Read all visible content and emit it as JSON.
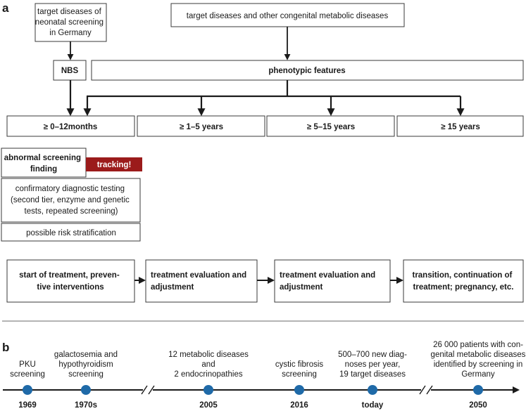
{
  "panel_a": {
    "label": "a",
    "screening_diseases": [
      "target diseases of",
      "neonatal screening",
      "in Germany"
    ],
    "all_diseases": "target diseases and other congenital metabolic diseases",
    "nbs": "NBS",
    "phenotypic": "phenotypic features",
    "ages": [
      "≥ 0–12months",
      "≥ 1–5 years",
      "≥ 5–15 years",
      "≥ 15 years"
    ],
    "abnormal": [
      "abnormal screening",
      "finding"
    ],
    "tracking": "tracking!",
    "confirmatory": [
      "confirmatory diagnostic testing",
      "(second tier, enzyme and genetic",
      "tests, repeated screening)"
    ],
    "risk": "possible risk stratification",
    "flow": [
      [
        "start of treatment, preven-",
        "tive interventions"
      ],
      [
        "treatment evaluation and",
        "adjustment"
      ],
      [
        "treatment evaluation and",
        "adjustment"
      ],
      [
        "transition, continuation of",
        "treatment; pregnancy, etc."
      ]
    ]
  },
  "panel_b": {
    "label": "b",
    "events": [
      {
        "year": "1969",
        "text": [
          "PKU",
          "screening"
        ]
      },
      {
        "year": "1970s",
        "text": [
          "galactosemia and",
          "hypothyroidism",
          "screening"
        ]
      },
      {
        "year": "2005",
        "text": [
          "12 metabolic diseases",
          "and",
          "2 endocrinopathies"
        ]
      },
      {
        "year": "2016",
        "text": [
          "cystic fibrosis",
          "screening"
        ]
      },
      {
        "year": "today",
        "text": [
          "500–700 new diag-",
          "noses per year,",
          "19 target diseases"
        ]
      },
      {
        "year": "2050",
        "text": [
          "26 000 patients with con-",
          "genital metabolic diseases",
          "identified by screening in",
          "Germany"
        ]
      }
    ]
  },
  "colors": {
    "tracking_bg": "#9b1b1b",
    "dot": "#1f6aa8",
    "line": "#1a1a1a"
  }
}
